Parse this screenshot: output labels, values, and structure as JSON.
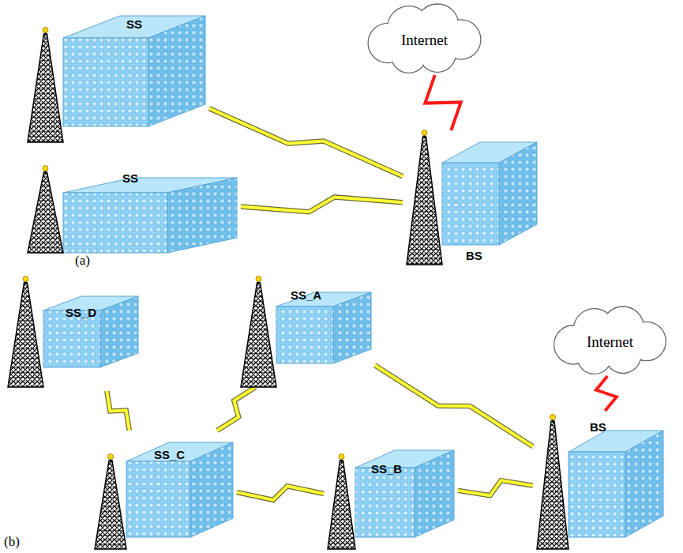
{
  "diagram": {
    "nodes": [
      {
        "text": [
          "SS"
        ]
      },
      {
        "text": [
          "Internet"
        ]
      },
      {
        "text": [
          "SS"
        ]
      },
      {
        "text": [
          "BS"
        ]
      },
      {
        "text": [
          "SS_D"
        ]
      },
      {
        "text": [
          "SS_A"
        ]
      },
      {
        "text": [
          "Internet"
        ]
      },
      {
        "text": [
          "BS"
        ]
      },
      {
        "text": [
          "SS_C"
        ]
      },
      {
        "text": [
          "SS_B"
        ]
      }
    ],
    "edges": [
      {
        "from": 0,
        "to": 3,
        "arrow": "none"
      },
      {
        "from": 2,
        "to": 3,
        "arrow": "none"
      },
      {
        "from": 3,
        "to": 1,
        "arrow": "none"
      },
      {
        "from": 4,
        "to": 8,
        "arrow": "none"
      },
      {
        "from": 8,
        "to": 5,
        "arrow": "none"
      },
      {
        "from": 5,
        "to": 7,
        "arrow": "none"
      },
      {
        "from": 8,
        "to": 9,
        "arrow": "none"
      },
      {
        "from": 9,
        "to": 7,
        "arrow": "none"
      },
      {
        "from": 7,
        "to": 6,
        "arrow": "none"
      }
    ],
    "labels": [
      "(a)",
      "(b)"
    ]
  }
}
